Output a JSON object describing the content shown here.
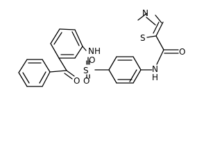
{
  "molecule": {
    "atoms": {
      "thiazole_n": "N",
      "thiazole_s": "S",
      "amide_o": "O",
      "amide_nh": "N",
      "amide_h": "H",
      "sulfonyl_s": "S",
      "sulfonyl_o1": "O",
      "sulfonyl_o2": "O",
      "sulfonamide_nh": "NH",
      "ketone_o": "O"
    }
  }
}
